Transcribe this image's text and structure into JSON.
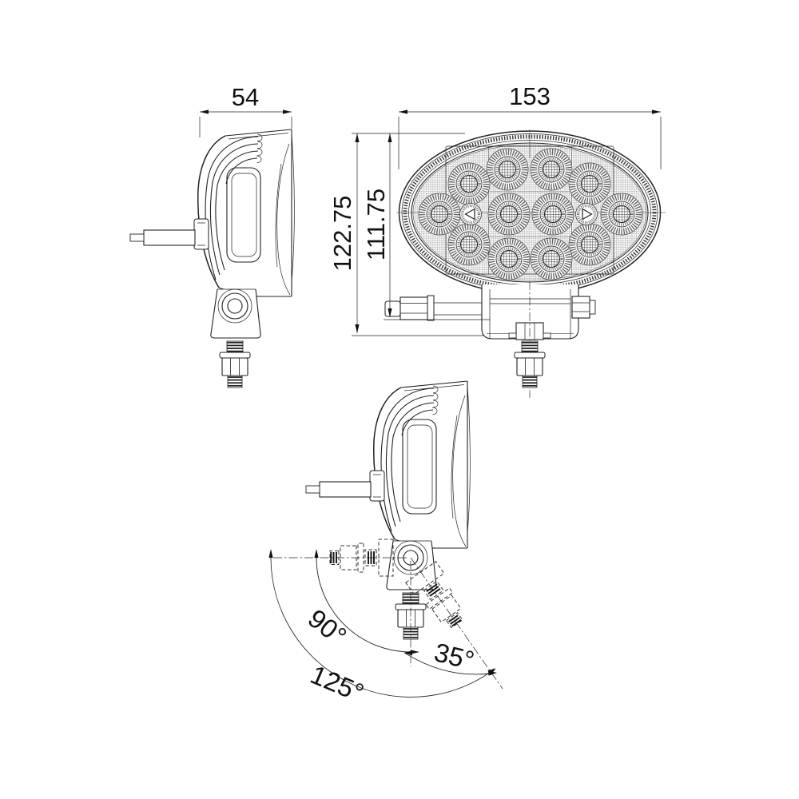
{
  "drawing_labels": {
    "dimensions": {
      "depth": "54",
      "width": "153",
      "overall_height": "122.75",
      "lamp_height": "111.75"
    },
    "angles": {
      "back_sweep": "90°",
      "total_sweep": "125°",
      "forward_tilt": "35°"
    }
  },
  "colors": {
    "line": "#222222",
    "background": "#ffffff"
  }
}
